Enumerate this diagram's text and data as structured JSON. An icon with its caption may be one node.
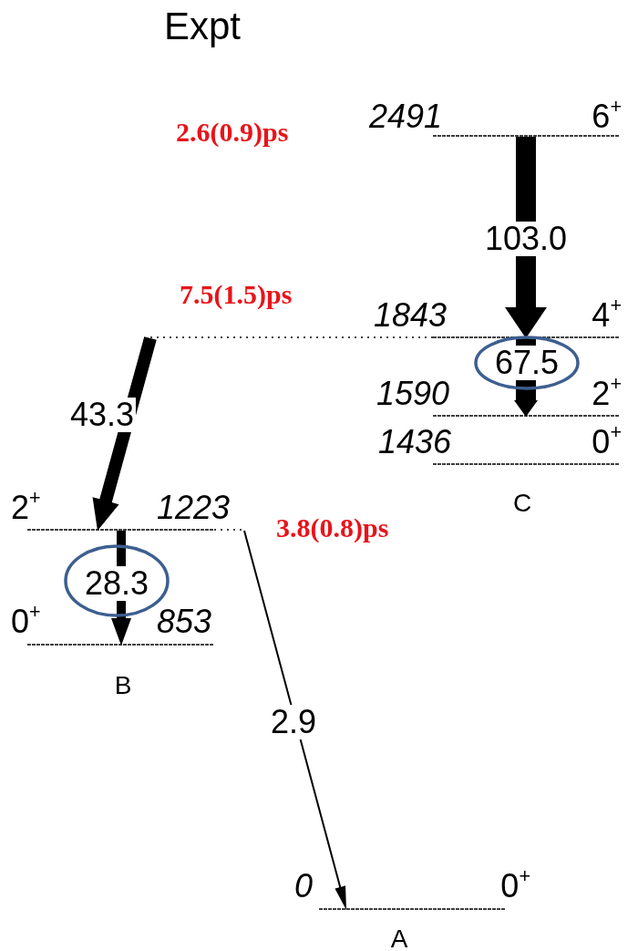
{
  "diagram": {
    "title": "Expt",
    "nodes": [
      {
        "text": [
          "2491",
          "6$^{+}$"
        ],
        "beside": [
          "2.6(0.9)ps"
        ]
      },
      {
        "text": [
          "1843",
          "4$^{+}$"
        ],
        "beside": [
          "7.5(1.5)ps"
        ]
      },
      {
        "text": [
          "1590",
          "2$^{+}$"
        ]
      },
      {
        "text": [
          "1436",
          "0$^{+}$"
        ]
      },
      {
        "text": [
          "2$^{+}$",
          "1223"
        ],
        "beside": [
          "3.8(0.8)ps"
        ]
      },
      {
        "text": [
          "0$^{+}$",
          "853"
        ]
      },
      {
        "text": [
          "0",
          "0$^{+}$"
        ]
      }
    ],
    "edges": [
      {
        "from": 0,
        "to": 1,
        "arrow": "to",
        "label": "103.0",
        "style": "thick"
      },
      {
        "from": 1,
        "to": 4,
        "arrow": "to",
        "label": "43.3",
        "style": "thick"
      },
      {
        "from": 1,
        "to": 2,
        "arrow": "to",
        "label": "67.5",
        "style": "thick"
      },
      {
        "from": 4,
        "to": 5,
        "arrow": "to",
        "label": "28.3",
        "style": "thick"
      },
      {
        "from": 4,
        "to": 6,
        "arrow": "to",
        "label": "2.9"
      }
    ],
    "labels": [
      "C",
      "B",
      "A"
    ]
  }
}
